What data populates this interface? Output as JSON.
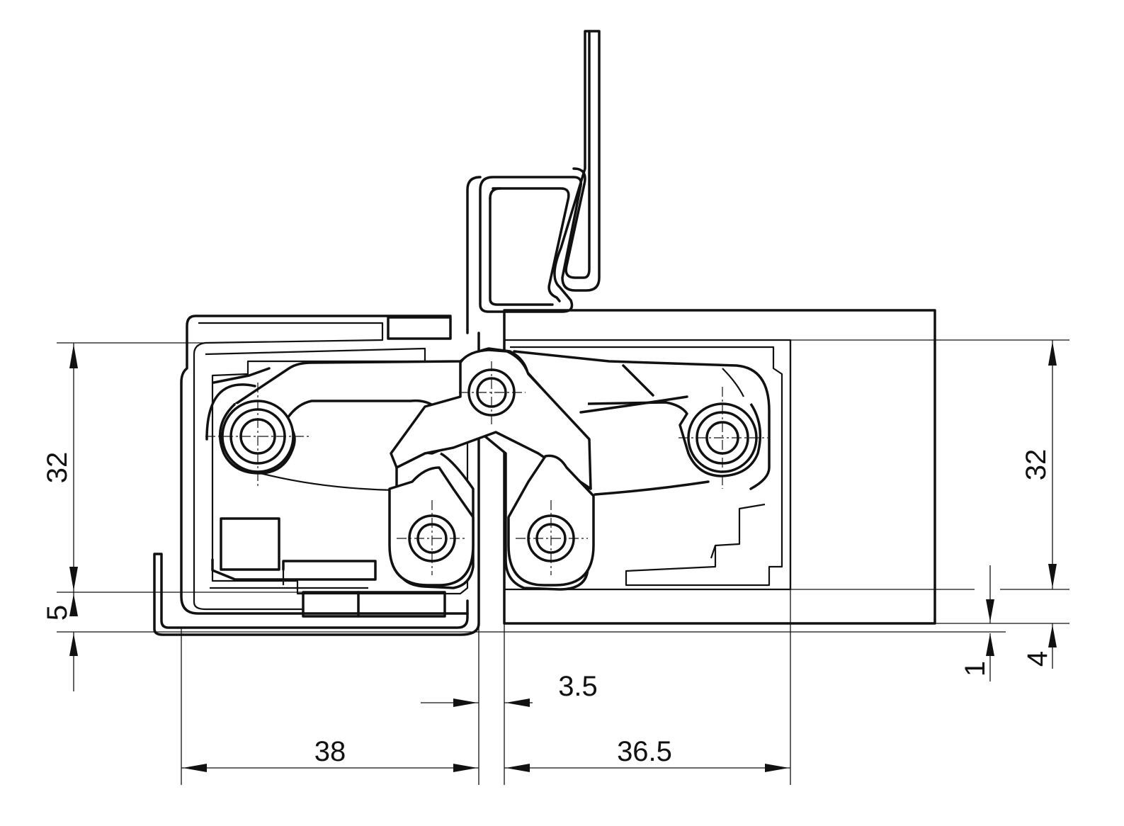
{
  "drawing": {
    "subject": "concealed hinge section",
    "colors": {
      "line": "#111111",
      "background": "#ffffff"
    }
  },
  "dimensions": {
    "left_height": "32",
    "right_height": "32",
    "left_offset": "5",
    "right_offset_a": "1",
    "right_offset_b": "4",
    "gap": "3.5",
    "left_width": "38",
    "right_width": "36.5"
  }
}
